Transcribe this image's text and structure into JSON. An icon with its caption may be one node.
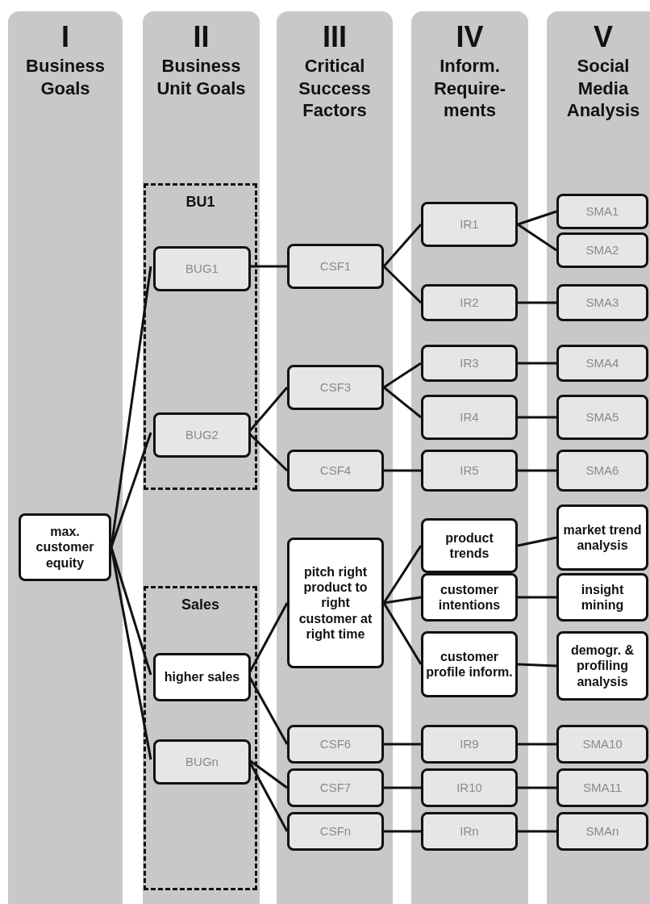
{
  "diagram": {
    "nodes": [
      {
        "text": [
          "I",
          "Business Goals"
        ]
      },
      {
        "text": [
          "II",
          "Business Unit Goals"
        ]
      },
      {
        "text": [
          "III",
          "Critical Success Factors"
        ]
      },
      {
        "text": [
          "IV",
          "Inform. Require-ments"
        ]
      },
      {
        "text": [
          "V",
          "Social Media Analysis"
        ]
      },
      {
        "text": [
          "BU1"
        ],
        "in": 1
      },
      {
        "text": [
          "Sales"
        ],
        "in": 1
      },
      {
        "text": [
          "max. customer equity"
        ],
        "in": 0
      },
      {
        "text": [
          "BUG1"
        ],
        "in": 5
      },
      {
        "text": [
          "BUG2"
        ],
        "in": 5
      },
      {
        "text": [
          "higher sales"
        ],
        "in": 6
      },
      {
        "text": [
          "BUGn"
        ],
        "in": 6
      },
      {
        "text": [
          "CSF1"
        ],
        "in": 2
      },
      {
        "text": [
          "CSF3"
        ],
        "in": 2
      },
      {
        "text": [
          "CSF4"
        ],
        "in": 2
      },
      {
        "text": [
          "pitch right product to right customer at right time"
        ],
        "in": 2
      },
      {
        "text": [
          "CSF6"
        ],
        "in": 2
      },
      {
        "text": [
          "CSF7"
        ],
        "in": 2
      },
      {
        "text": [
          "CSFn"
        ],
        "in": 2
      },
      {
        "text": [
          "IR1"
        ],
        "in": 3
      },
      {
        "text": [
          "IR2"
        ],
        "in": 3
      },
      {
        "text": [
          "IR3"
        ],
        "in": 3
      },
      {
        "text": [
          "IR4"
        ],
        "in": 3
      },
      {
        "text": [
          "IR5"
        ],
        "in": 3
      },
      {
        "text": [
          "product trends"
        ],
        "in": 3
      },
      {
        "text": [
          "customer intentions"
        ],
        "in": 3
      },
      {
        "text": [
          "customer profile inform."
        ],
        "in": 3
      },
      {
        "text": [
          "IR9"
        ],
        "in": 3
      },
      {
        "text": [
          "IR10"
        ],
        "in": 3
      },
      {
        "text": [
          "IRn"
        ],
        "in": 3
      },
      {
        "text": [
          "SMA1"
        ],
        "in": 4
      },
      {
        "text": [
          "SMA2"
        ],
        "in": 4
      },
      {
        "text": [
          "SMA3"
        ],
        "in": 4
      },
      {
        "text": [
          "SMA4"
        ],
        "in": 4
      },
      {
        "text": [
          "SMA5"
        ],
        "in": 4
      },
      {
        "text": [
          "SMA6"
        ],
        "in": 4
      },
      {
        "text": [
          "market trend analysis"
        ],
        "in": 4
      },
      {
        "text": [
          "insight mining"
        ],
        "in": 4
      },
      {
        "text": [
          "demogr. & profiling analysis"
        ],
        "in": 4
      },
      {
        "text": [
          "SMA10"
        ],
        "in": 4
      },
      {
        "text": [
          "SMA11"
        ],
        "in": 4
      },
      {
        "text": [
          "SMAn"
        ],
        "in": 4
      }
    ],
    "edges": [
      {
        "from": 7,
        "to": 8,
        "arrow": "none"
      },
      {
        "from": 7,
        "to": 9,
        "arrow": "none"
      },
      {
        "from": 7,
        "to": 10,
        "arrow": "none"
      },
      {
        "from": 7,
        "to": 11,
        "arrow": "none"
      },
      {
        "from": 8,
        "to": 12,
        "arrow": "none"
      },
      {
        "from": 9,
        "to": 13,
        "arrow": "none"
      },
      {
        "from": 9,
        "to": 14,
        "arrow": "none"
      },
      {
        "from": 10,
        "to": 15,
        "arrow": "none"
      },
      {
        "from": 10,
        "to": 16,
        "arrow": "none"
      },
      {
        "from": 11,
        "to": 17,
        "arrow": "none"
      },
      {
        "from": 11,
        "to": 18,
        "arrow": "none"
      },
      {
        "from": 12,
        "to": 19,
        "arrow": "none"
      },
      {
        "from": 12,
        "to": 20,
        "arrow": "none"
      },
      {
        "from": 13,
        "to": 21,
        "arrow": "none"
      },
      {
        "from": 13,
        "to": 22,
        "arrow": "none"
      },
      {
        "from": 14,
        "to": 23,
        "arrow": "none"
      },
      {
        "from": 15,
        "to": 24,
        "arrow": "none"
      },
      {
        "from": 15,
        "to": 25,
        "arrow": "none"
      },
      {
        "from": 15,
        "to": 26,
        "arrow": "none"
      },
      {
        "from": 16,
        "to": 27,
        "arrow": "none"
      },
      {
        "from": 17,
        "to": 28,
        "arrow": "none"
      },
      {
        "from": 18,
        "to": 29,
        "arrow": "none"
      },
      {
        "from": 19,
        "to": 30,
        "arrow": "none"
      },
      {
        "from": 19,
        "to": 31,
        "arrow": "none"
      },
      {
        "from": 20,
        "to": 32,
        "arrow": "none"
      },
      {
        "from": 21,
        "to": 33,
        "arrow": "none"
      },
      {
        "from": 22,
        "to": 34,
        "arrow": "none"
      },
      {
        "from": 23,
        "to": 35,
        "arrow": "none"
      },
      {
        "from": 24,
        "to": 36,
        "arrow": "none"
      },
      {
        "from": 25,
        "to": 37,
        "arrow": "none"
      },
      {
        "from": 26,
        "to": 38,
        "arrow": "none"
      },
      {
        "from": 27,
        "to": 39,
        "arrow": "none"
      },
      {
        "from": 28,
        "to": 40,
        "arrow": "none"
      },
      {
        "from": 29,
        "to": 41,
        "arrow": "none"
      }
    ]
  }
}
